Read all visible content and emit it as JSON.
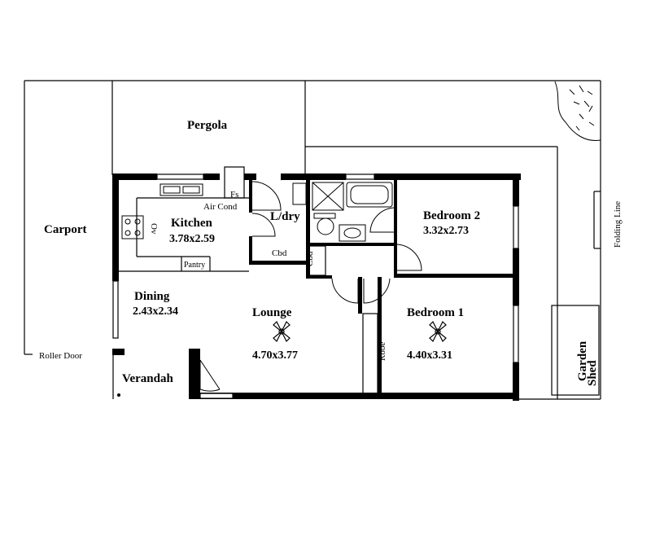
{
  "labels": {
    "pergola": "Pergola",
    "carport": "Carport",
    "kitchen": "Kitchen",
    "kitchen_size": "3.78x2.59",
    "fs": "Fs",
    "air_cond": "Air Cond",
    "ov": "Ov",
    "pantry": "Pantry",
    "laundry": "L/dry",
    "cbd_laundry": "Cbd",
    "cbd_hall": "Cbd",
    "bedroom2": "Bedroom 2",
    "bedroom2_size": "3.32x2.73",
    "dining": "Dining",
    "dining_size": "2.43x2.34",
    "lounge": "Lounge",
    "lounge_size": "4.70x3.77",
    "bedroom1": "Bedroom 1",
    "bedroom1_size": "4.40x3.31",
    "robe": "Robe",
    "roller_door": "Roller Door",
    "verandah": "Verandah",
    "folding_line": "Folding Line",
    "garden": "Garden",
    "shed": "Shed"
  }
}
